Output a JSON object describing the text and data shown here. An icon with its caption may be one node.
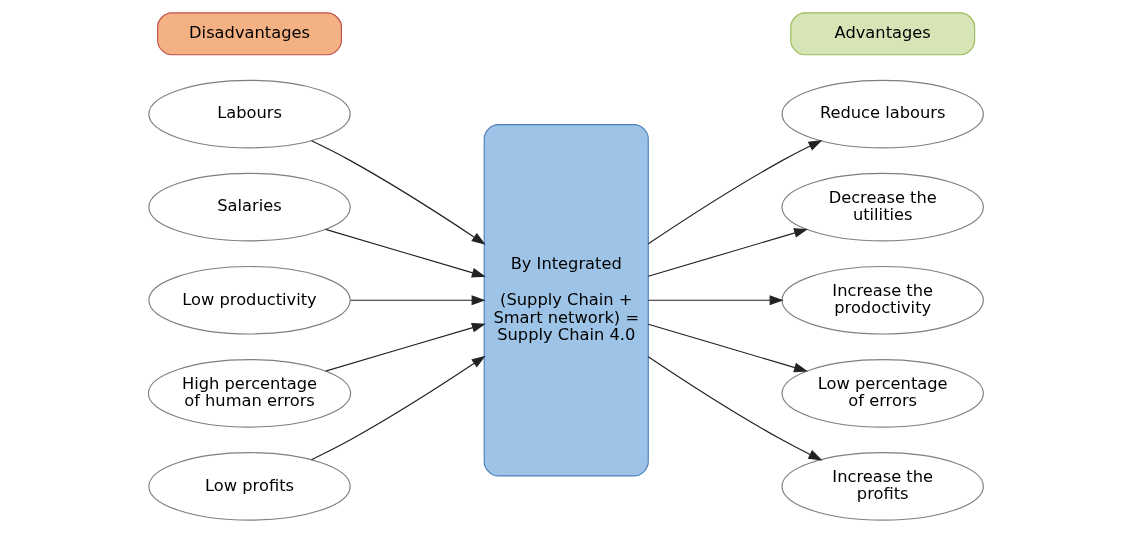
{
  "diagram": {
    "nodes": [
      {
        "text": [
          "Disadvantages"
        ]
      },
      {
        "text": [
          "Advantages"
        ]
      },
      {
        "text": [
          "Labours"
        ]
      },
      {
        "text": [
          "Salaries"
        ]
      },
      {
        "text": [
          "Low productivity"
        ]
      },
      {
        "text": [
          "High percentage of human errors"
        ]
      },
      {
        "text": [
          "Low profits"
        ]
      },
      {
        "text": [
          "By Integrated",
          "(Supply Chain + Smart network) = Supply Chain 4.0"
        ]
      },
      {
        "text": [
          "Reduce labours"
        ]
      },
      {
        "text": [
          "Decrease the utilities"
        ]
      },
      {
        "text": [
          "Increase the prodoctivity"
        ]
      },
      {
        "text": [
          "Low percentage of errors"
        ]
      },
      {
        "text": [
          "Increase the profits"
        ]
      }
    ],
    "edges": [
      {
        "from": 2,
        "to": 7,
        "arrow": "to"
      },
      {
        "from": 3,
        "to": 7,
        "arrow": "to"
      },
      {
        "from": 4,
        "to": 7,
        "arrow": "to"
      },
      {
        "from": 5,
        "to": 7,
        "arrow": "to"
      },
      {
        "from": 6,
        "to": 7,
        "arrow": "to"
      },
      {
        "from": 7,
        "to": 8,
        "arrow": "to"
      },
      {
        "from": 7,
        "to": 9,
        "arrow": "to"
      },
      {
        "from": 7,
        "to": 10,
        "arrow": "to"
      },
      {
        "from": 7,
        "to": 11,
        "arrow": "to"
      },
      {
        "from": 7,
        "to": 12,
        "arrow": "to"
      }
    ]
  }
}
